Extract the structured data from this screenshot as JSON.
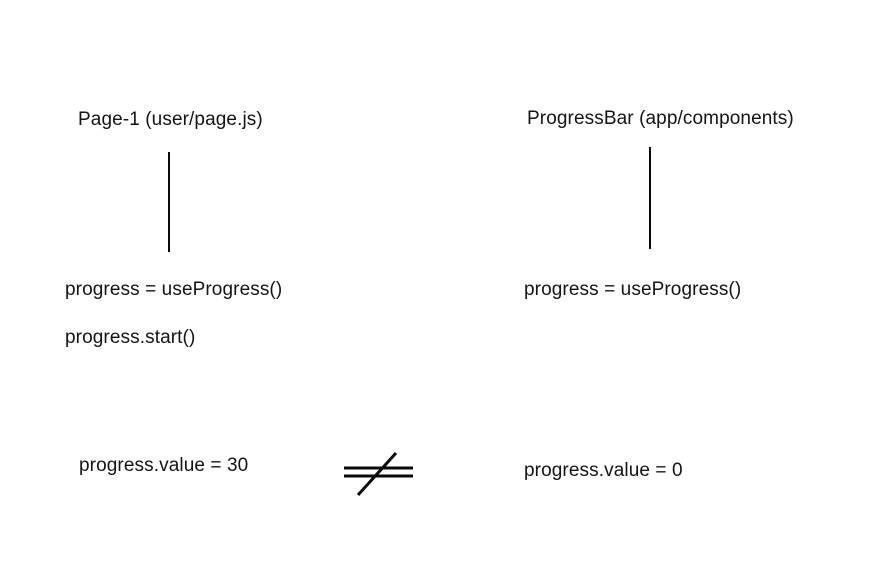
{
  "diagram": {
    "left_column": {
      "title": "Page-1 (user/page.js)",
      "statement_1": "progress = useProgress()",
      "statement_2": "progress.start()",
      "value": "progress.value = 30"
    },
    "right_column": {
      "title": "ProgressBar (app/components)",
      "statement_1": "progress = useProgress()",
      "value": "progress.value = 0"
    },
    "comparison": {
      "icon": "not-equal-icon",
      "meaning": "≠"
    },
    "colors": {
      "background": "#ffffff",
      "text": "#151515",
      "line": "#0a0a0a"
    }
  }
}
